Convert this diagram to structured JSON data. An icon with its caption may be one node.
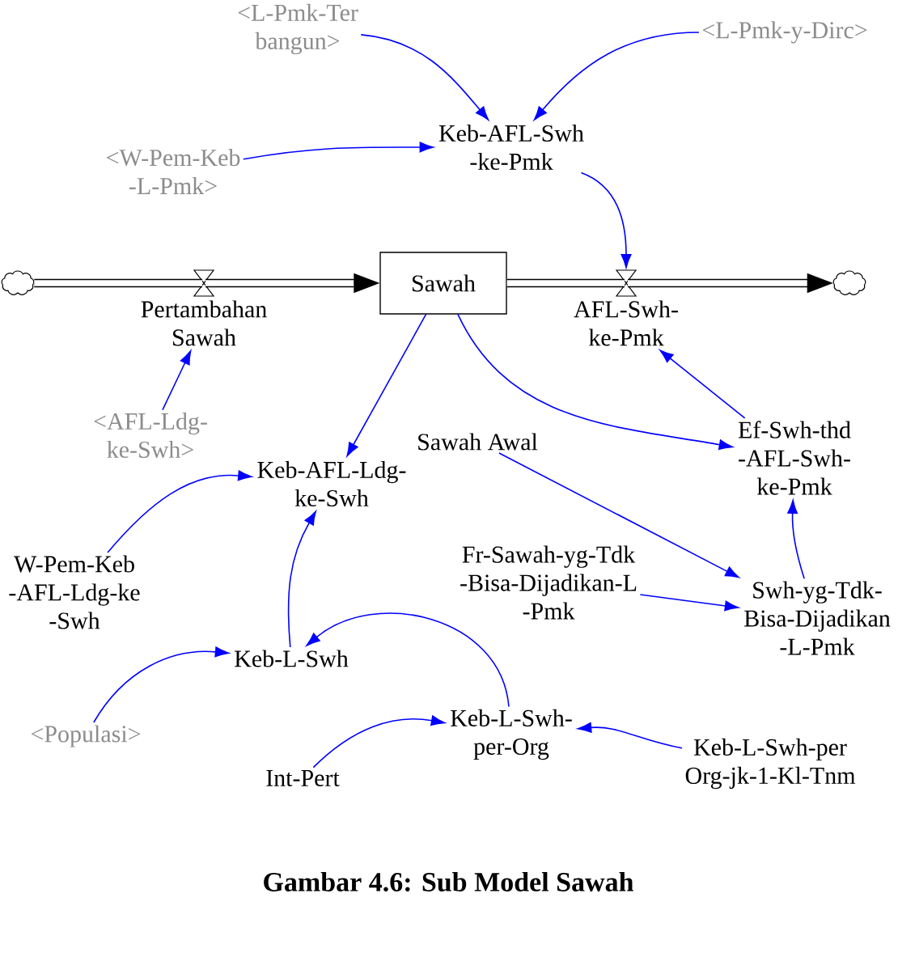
{
  "diagram": {
    "caption": "Gambar 4.6: Sub Model Sawah",
    "nodes": [
      {
        "text": [
          "<L-Pmk-Ter bangun>"
        ]
      },
      {
        "text": [
          "<L-Pmk-y-Dirc>"
        ]
      },
      {
        "text": [
          "Keb-AFL-Swh -ke-Pmk"
        ]
      },
      {
        "text": [
          "<W-Pem-Keb -L-Pmk>"
        ]
      },
      {
        "text": [],
        "shape": "cloud"
      },
      {
        "text": [
          "Sawah"
        ]
      },
      {
        "text": [],
        "shape": "cloud"
      },
      {
        "text": [
          "Pertambahan Sawah"
        ]
      },
      {
        "text": [
          "AFL-Swh- ke-Pmk"
        ]
      },
      {
        "text": [
          "<AFL-Ldg- ke-Swh>"
        ]
      },
      {
        "text": [
          "Ef-Swh-thd -AFL-Swh- ke-Pmk"
        ]
      },
      {
        "text": [
          "Sawah Awal"
        ]
      },
      {
        "text": [
          "Keb-AFL-Ldg- ke-Swh"
        ]
      },
      {
        "text": [
          "Fr-Sawah-yg-Tdk -Bisa-Dijadikan-L -Pmk"
        ]
      },
      {
        "text": [
          "W-Pem-Keb -AFL-Ldg-ke -Swh"
        ]
      },
      {
        "text": [
          "Swh-yg-Tdk- Bisa-Dijadikan -L-Pmk"
        ]
      },
      {
        "text": [
          "Keb-L-Swh"
        ]
      },
      {
        "text": [
          "Keb-L-Swh- per-Org"
        ]
      },
      {
        "text": [
          "<Populasi>"
        ]
      },
      {
        "text": [
          "Int-Pert"
        ]
      },
      {
        "text": [
          "Keb-L-Swh-per Org-jk-1-Kl-Tnm"
        ]
      }
    ],
    "edges": [
      {
        "from": 4,
        "to": 7,
        "arrow": "none",
        "style": "thick",
        "color": "#000000"
      },
      {
        "from": 7,
        "to": 5,
        "arrow": "to",
        "style": "thick",
        "color": "#000000"
      },
      {
        "from": 5,
        "to": 8,
        "arrow": "none",
        "style": "thick",
        "color": "#000000"
      },
      {
        "from": 8,
        "to": 6,
        "arrow": "to",
        "style": "thick",
        "color": "#000000"
      },
      {
        "from": 0,
        "to": 2,
        "arrow": "to"
      },
      {
        "from": 1,
        "to": 2,
        "arrow": "to"
      },
      {
        "from": 3,
        "to": 2,
        "arrow": "to"
      },
      {
        "from": 2,
        "to": 8,
        "arrow": "to"
      },
      {
        "from": 9,
        "to": 7,
        "arrow": "to"
      },
      {
        "from": 5,
        "to": 12,
        "arrow": "to"
      },
      {
        "from": 5,
        "to": 10,
        "arrow": "to"
      },
      {
        "from": 10,
        "to": 8,
        "arrow": "to"
      },
      {
        "from": 11,
        "to": 15,
        "arrow": "to"
      },
      {
        "from": 13,
        "to": 15,
        "arrow": "to"
      },
      {
        "from": 15,
        "to": 10,
        "arrow": "to"
      },
      {
        "from": 14,
        "to": 12,
        "arrow": "to"
      },
      {
        "from": 16,
        "to": 12,
        "arrow": "to"
      },
      {
        "from": 18,
        "to": 16,
        "arrow": "to"
      },
      {
        "from": 17,
        "to": 16,
        "arrow": "to"
      },
      {
        "from": 19,
        "to": 17,
        "arrow": "to"
      },
      {
        "from": 20,
        "to": 17,
        "arrow": "to"
      }
    ]
  }
}
